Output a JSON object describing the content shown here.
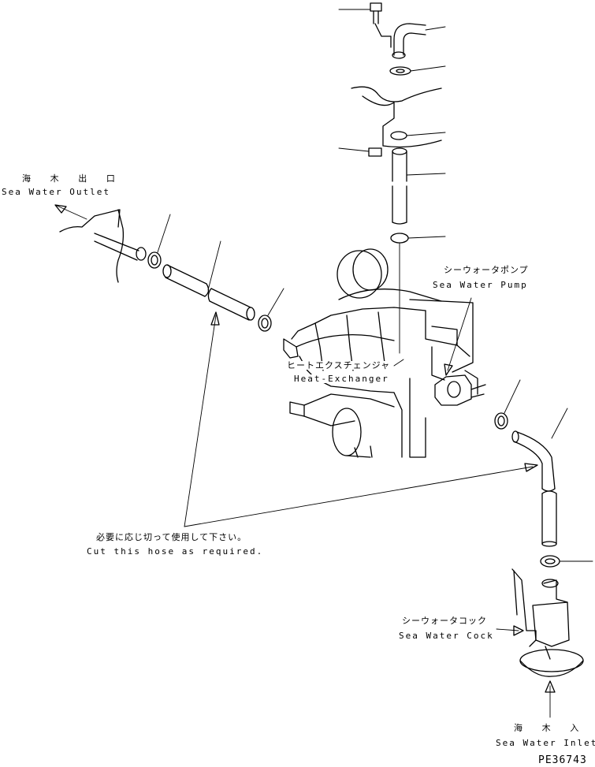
{
  "labels": {
    "outlet_jp": "海 木 出 口",
    "outlet_en": "Sea Water Outlet",
    "pump_jp": "シーウォータポンプ",
    "pump_en": "Sea Water Pump",
    "exchanger_jp": "ヒートエクスチェンジャ",
    "exchanger_en": "Heat-Exchanger",
    "hose_note_jp": "必要に応じ切って使用して下さい。",
    "hose_note_en": "Cut this hose as required.",
    "cock_jp": "シーウォータコック",
    "cock_en": "Sea Water Cock",
    "inlet_jp": "海 木 入 口",
    "inlet_en": "Sea Water Inlet",
    "drawing_code": "PE36743"
  }
}
